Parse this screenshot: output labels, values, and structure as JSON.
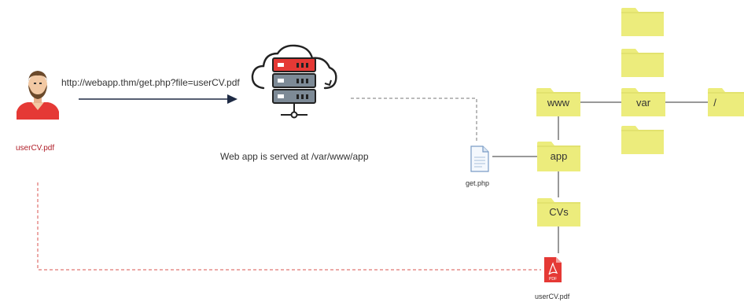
{
  "request": {
    "url": "http://webapp.thm/get.php?file=userCV.pdf"
  },
  "user": {
    "caption": "userCV.pdf"
  },
  "server": {
    "caption": "Web app is served at /var/www/app"
  },
  "script_file": {
    "caption": "get.php"
  },
  "target_file": {
    "caption": "userCV.pdf",
    "badge": "PDF"
  },
  "folders": {
    "root": "/",
    "var": "var",
    "www": "www",
    "app": "app",
    "cvs": "CVs"
  },
  "colors": {
    "folder_fill": "#ecec7c",
    "folder_tab": "#e2e26e",
    "arrow": "#1e2a44",
    "dashed_red": "#d9534f",
    "dashed_gray": "#777777",
    "server_red": "#e53935",
    "server_gray": "#7d8a96",
    "pdf_red": "#e53935"
  },
  "icons": [
    "user-avatar-icon",
    "cloud-server-icon",
    "file-icon",
    "pdf-icon",
    "folder-icon"
  ]
}
